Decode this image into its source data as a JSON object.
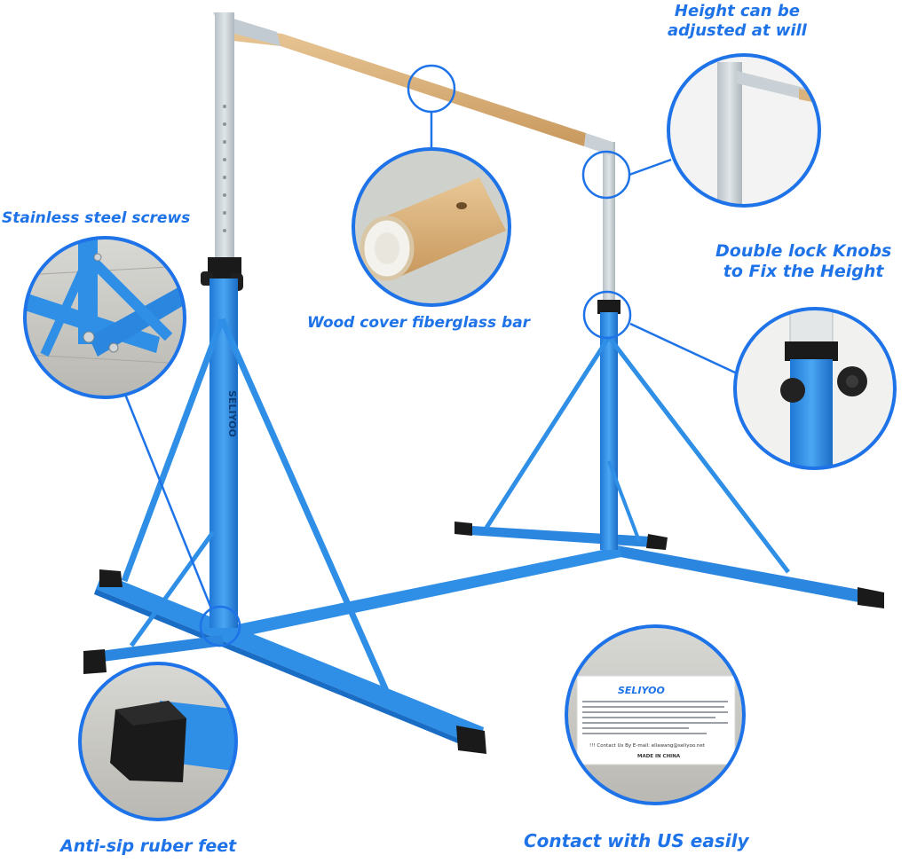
{
  "labels": {
    "height": {
      "line1": "Height can be",
      "line2": "adjusted at will"
    },
    "screws": "Stainless steel screws",
    "knobs": {
      "line1": "Double lock Knobs",
      "line2": "to Fix the Height"
    },
    "bar": "Wood cover fiberglass bar",
    "feet": "Anti-sip ruber feet",
    "contact": "Contact with US easily"
  },
  "pillar_brand": "SELIYOO",
  "warning_card": {
    "brand": "SELIYOO",
    "contact_line": "!!! Contact Us By E-mail: ellawang@seliyoo.net",
    "made_in": "MADE IN CHINA"
  },
  "colors": {
    "frame": "#2f8fe6",
    "frame_dark": "#1a6dc4",
    "label": "#1e73e8",
    "upright": "#c9d1d6",
    "wood": "#d9b27e",
    "rubber": "#1a1a1a"
  }
}
